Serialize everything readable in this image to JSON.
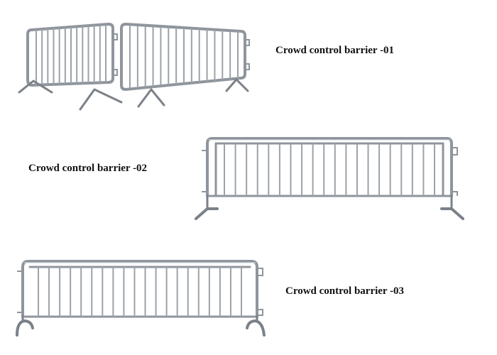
{
  "products": [
    {
      "label": "Crowd control barrier -01",
      "image_icon": "crowd-barrier-pair-01"
    },
    {
      "label": "Crowd control barrier -02",
      "image_icon": "crowd-barrier-flat-feet-02"
    },
    {
      "label": "Crowd control barrier -03",
      "image_icon": "crowd-barrier-bridge-feet-03"
    }
  ],
  "colors": {
    "background": "#ffffff",
    "text": "#111111",
    "steel": "#8f959c",
    "steel_highlight": "#d6dadf"
  }
}
